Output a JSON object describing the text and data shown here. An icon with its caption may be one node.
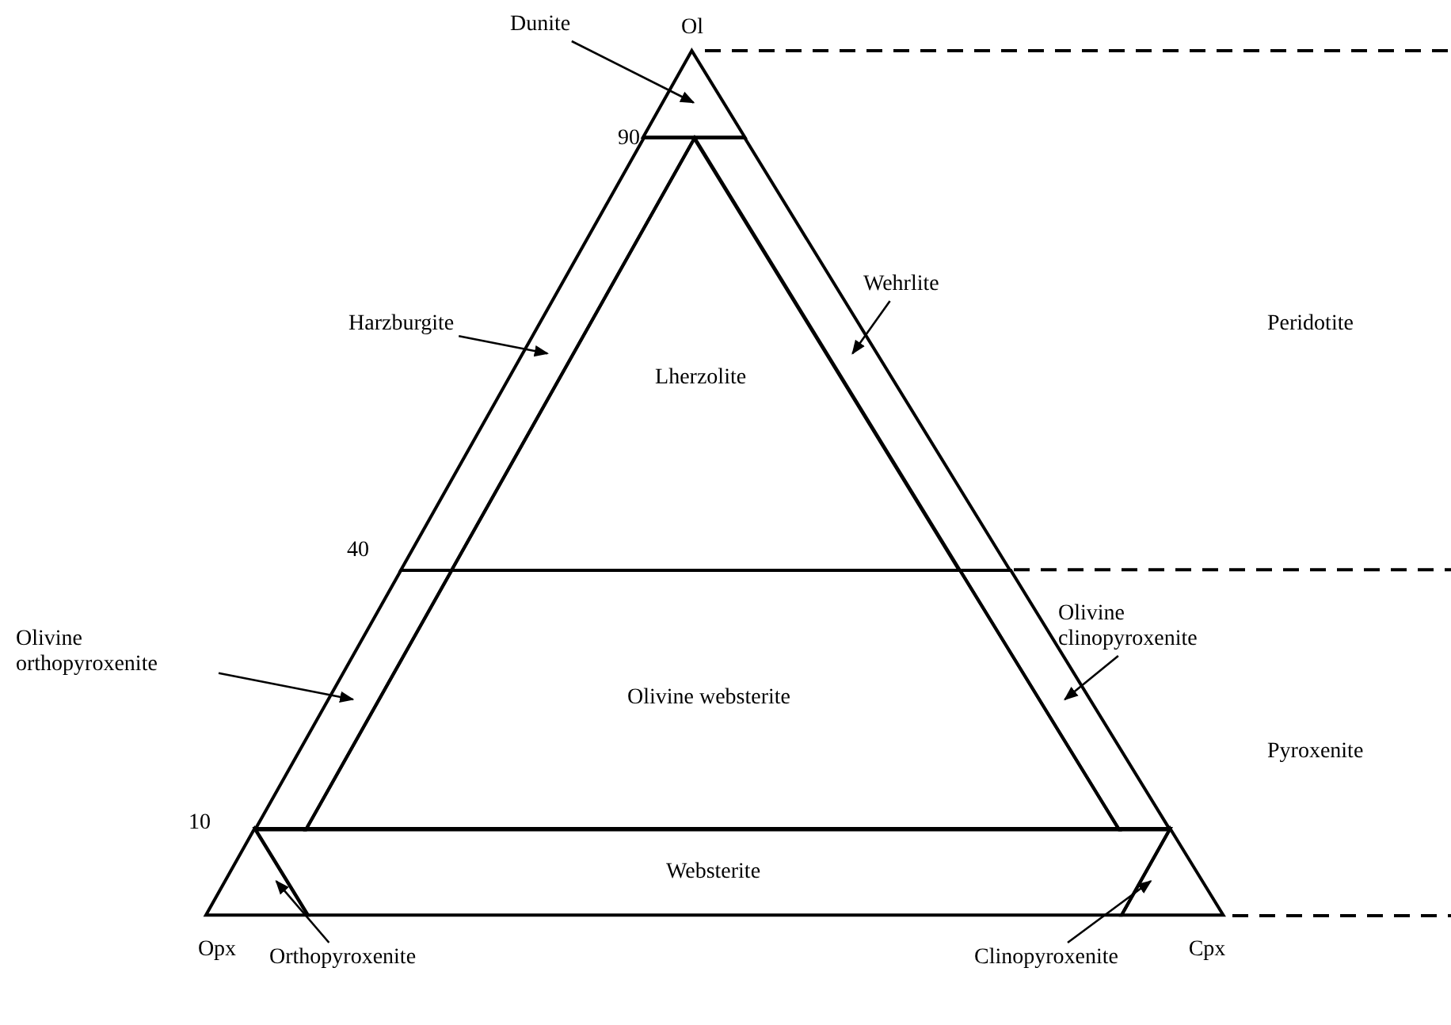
{
  "diagram": {
    "nodes": [
      {
        "text": [
          "Dunite"
        ]
      },
      {
        "text": [],
        "shape": "triangle"
      },
      {
        "text": [
          "Harzburgite"
        ]
      },
      {
        "text": [],
        "shape": "band"
      },
      {
        "text": [
          "Wehrlite"
        ]
      },
      {
        "text": [],
        "shape": "band"
      },
      {
        "text": [
          "Lherzolite"
        ]
      },
      {
        "text": [
          "Olivine orthopyroxenite"
        ]
      },
      {
        "text": [],
        "shape": "band"
      },
      {
        "text": [
          "Olivine clinopyroxenite"
        ]
      },
      {
        "text": [],
        "shape": "band"
      },
      {
        "text": [
          "Olivine websterite"
        ]
      },
      {
        "text": [
          "Websterite"
        ]
      },
      {
        "text": [],
        "shape": "triangle"
      },
      {
        "text": [
          "Orthopyroxenite"
        ]
      },
      {
        "text": [],
        "shape": "triangle"
      },
      {
        "text": [
          "Clinopyroxenite"
        ]
      }
    ],
    "edges": [
      {
        "from": 0,
        "to": 1,
        "arrow": "to"
      },
      {
        "from": 2,
        "to": 3,
        "arrow": "to"
      },
      {
        "from": 4,
        "to": 5,
        "arrow": "to"
      },
      {
        "from": 7,
        "to": 8,
        "arrow": "to"
      },
      {
        "from": 9,
        "to": 10,
        "arrow": "to"
      },
      {
        "from": 14,
        "to": 13,
        "arrow": "to"
      },
      {
        "from": 16,
        "to": 15,
        "arrow": "to"
      }
    ],
    "labels": [
      "Ol",
      "90",
      "Peridotite",
      "40",
      "Pyroxenite",
      "10",
      "Opx",
      "Cpx"
    ]
  }
}
